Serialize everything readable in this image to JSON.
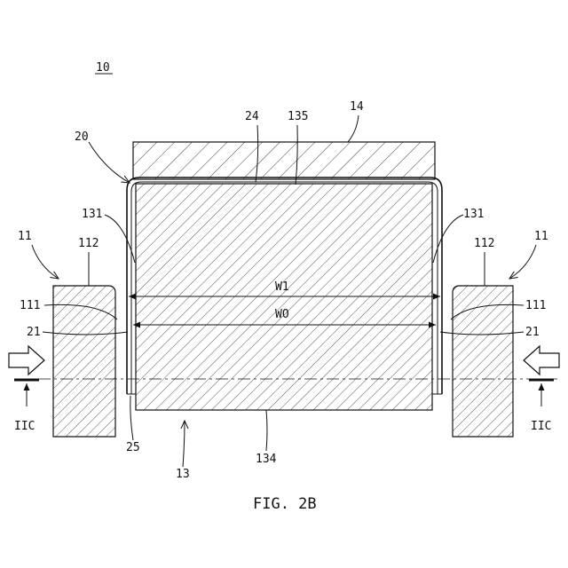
{
  "figure": {
    "caption": "FIG. 2B",
    "device_ref": "10"
  },
  "labels": {
    "assembly": "20",
    "top_layer": "24",
    "top_surface": "135",
    "top_plate": "14",
    "side_surface_left": "131",
    "side_surface_right": "131",
    "jaw_left": "11",
    "jaw_right": "11",
    "jaw_corner_left": "112",
    "jaw_corner_right": "112",
    "jaw_face_left": "111",
    "jaw_face_right": "111",
    "gap_left": "21",
    "gap_right": "21",
    "width_outer": "W1",
    "width_inner": "WO",
    "section_left": "IIC",
    "section_right": "IIC",
    "edge_layer": "25",
    "body": "13",
    "bottom_surface": "134"
  }
}
